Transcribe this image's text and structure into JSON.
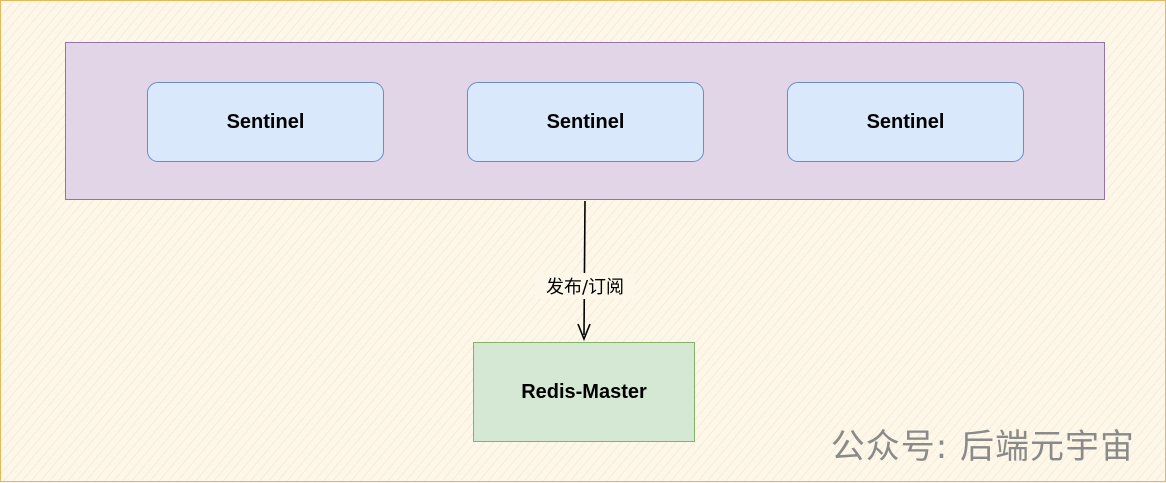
{
  "diagram": {
    "group": {
      "nodes": [
        {
          "label": "Sentinel"
        },
        {
          "label": "Sentinel"
        },
        {
          "label": "Sentinel"
        }
      ]
    },
    "master": {
      "label": "Redis-Master"
    },
    "edge": {
      "label": "发布/订阅"
    },
    "watermark": "公众号: 后端元宇宙",
    "colors": {
      "group_fill": "#e1d5e7",
      "group_stroke": "#9673a6",
      "sentinel_fill": "#dae8fc",
      "sentinel_stroke": "#6c8ebf",
      "master_fill": "#d5e8d4",
      "master_stroke": "#82b366"
    }
  }
}
